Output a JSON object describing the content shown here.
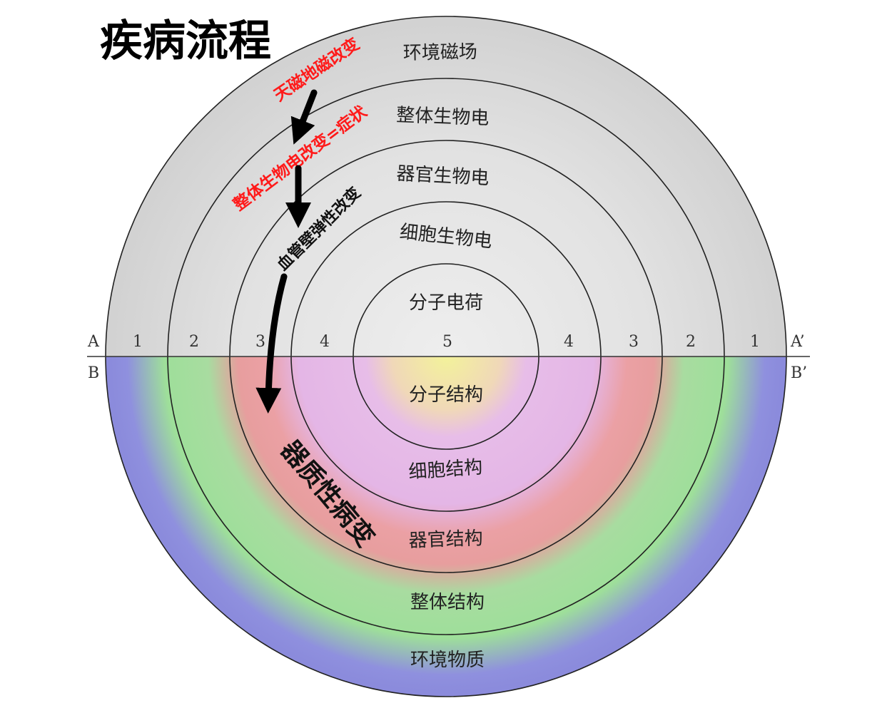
{
  "title": "疾病流程",
  "upper_rings": [
    "环境磁场",
    "整体生物电",
    "器官生物电",
    "细胞生物电",
    "分子电荷"
  ],
  "lower_rings": [
    "分子结构",
    "细胞结构",
    "器官结构",
    "整体结构",
    "环境物质"
  ],
  "axis": {
    "left_top": "A",
    "left_bottom": "B",
    "right_top": "A’",
    "right_bottom": "B’",
    "numbers": [
      "1",
      "2",
      "3",
      "4",
      "5",
      "4",
      "3",
      "2",
      "1"
    ]
  },
  "annotations": {
    "tianci": "天磁地磁改变",
    "zhengti": "整体生物电改变=症状",
    "xueguan": "血管壁弹性改变",
    "qizhi": "器质性病变"
  },
  "colors": {
    "upper_fill": "#dcdcdc",
    "blue": "#8c8ce0",
    "green": "#9ede9a",
    "red": "#ea9e9e",
    "pink": "#e3b8e8",
    "yellow": "#f2ef9e",
    "annotation_red": "#ff1a1a"
  }
}
